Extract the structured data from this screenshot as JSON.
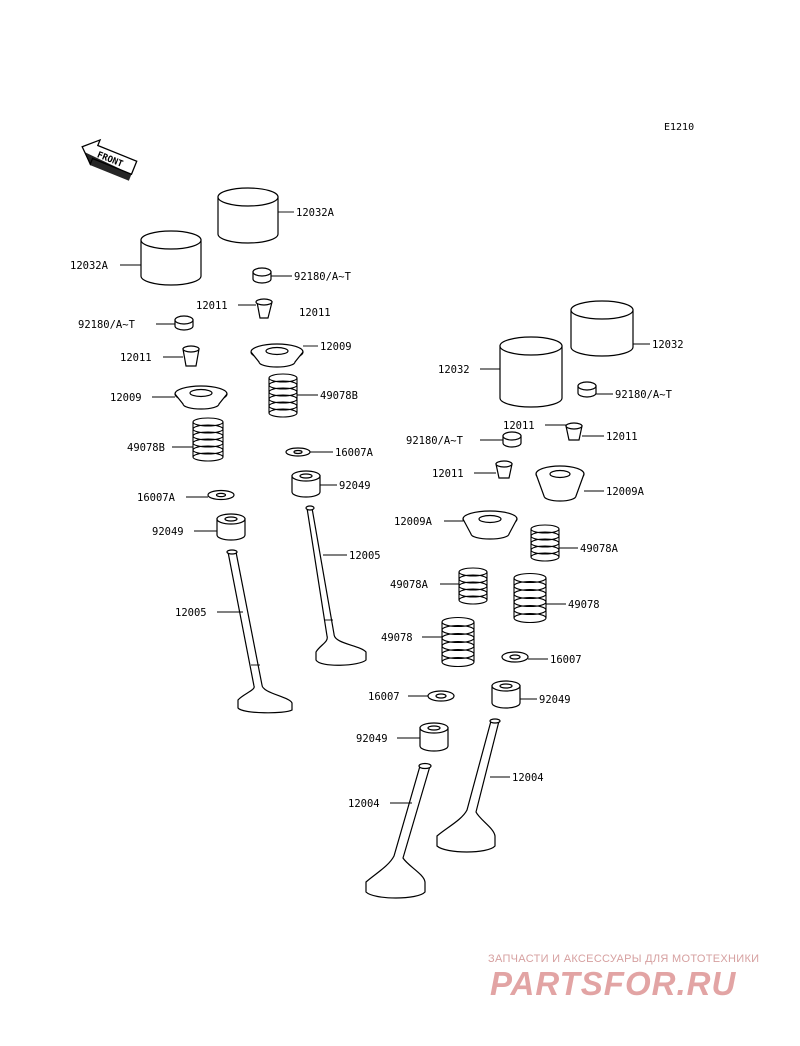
{
  "diagram": {
    "code": "E1210",
    "front_label": "FRONT"
  },
  "labels": {
    "l_12032A_top": "12032A",
    "l_12032A_left": "12032A",
    "l_92180_top": "92180/A~T",
    "l_92180_left": "92180/A~T",
    "l_12011_a": "12011",
    "l_12011_b": "12011",
    "l_12011_c": "12011",
    "l_12009_a": "12009",
    "l_12009_b": "12009",
    "l_49078B_a": "49078B",
    "l_49078B_b": "49078B",
    "l_16007A_a": "16007A",
    "l_16007A_b": "16007A",
    "l_92049_a": "92049",
    "l_92049_b": "92049",
    "l_12005_a": "12005",
    "l_12005_b": "12005",
    "l_12032_a": "12032",
    "l_12032_b": "12032",
    "l_92180_r1": "92180/A~T",
    "l_92180_r2": "92180/A~T",
    "l_12011_r1": "12011",
    "l_12011_r2": "12011",
    "l_12011_r3": "12011",
    "l_12009A_a": "12009A",
    "l_12009A_b": "12009A",
    "l_49078A_a": "49078A",
    "l_49078A_b": "49078A",
    "l_49078_a": "49078",
    "l_49078_b": "49078",
    "l_16007_a": "16007",
    "l_16007_b": "16007",
    "l_92049_r1": "92049",
    "l_92049_r2": "92049",
    "l_12004_a": "12004",
    "l_12004_b": "12004"
  },
  "watermark": {
    "caption": "ЗАПЧАСТИ И АКСЕССУАРЫ ДЛЯ МОТОТЕХНИКИ",
    "logo": "PARTSFOR.RU",
    "color": "#e2a4a4"
  }
}
